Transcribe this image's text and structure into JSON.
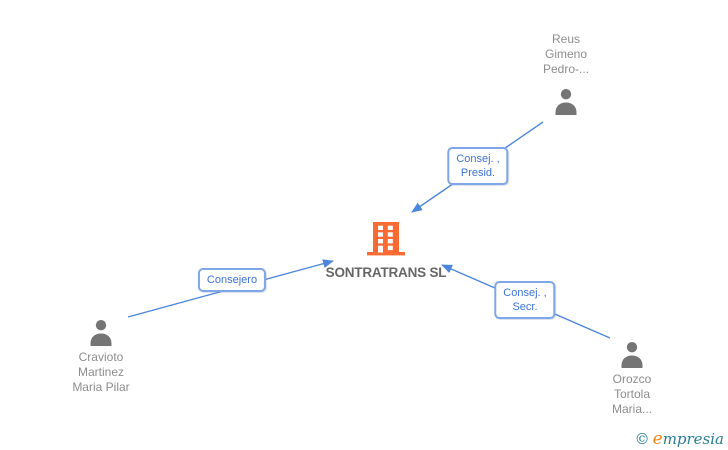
{
  "company": {
    "name": "SONTRATRANS SL"
  },
  "people": [
    {
      "id": "reus",
      "name_lines": [
        "Reus",
        "Gimeno",
        "Pedro-..."
      ]
    },
    {
      "id": "cravioto",
      "name_lines": [
        "Cravioto",
        "Martinez",
        "Maria Pilar"
      ]
    },
    {
      "id": "orozco",
      "name_lines": [
        "Orozco",
        "Tortola",
        "Maria..."
      ]
    }
  ],
  "edges": [
    {
      "from": "reus",
      "to": "company",
      "label_line1": "Consej. ,",
      "label_line2": "Presid."
    },
    {
      "from": "cravioto",
      "to": "company",
      "label_line1": "Consejero",
      "label_line2": ""
    },
    {
      "from": "orozco",
      "to": "company",
      "label_line1": "Consej. ,",
      "label_line2": "Secr."
    }
  ],
  "watermark": {
    "copyright": "©",
    "brand_first_letter": "e",
    "brand_rest": "mpresia"
  },
  "colors": {
    "edge_blue": "#4e86db",
    "label_border_blue": "#7fa6e8",
    "label_text_blue": "#3d74d6",
    "building_orange": "#fa6a33",
    "person_gray": "#757575",
    "name_text_gray": "#8d8d8d",
    "company_text_gray": "#666666",
    "watermark_teal": "#2a7d92",
    "watermark_orange": "#f2881c"
  }
}
